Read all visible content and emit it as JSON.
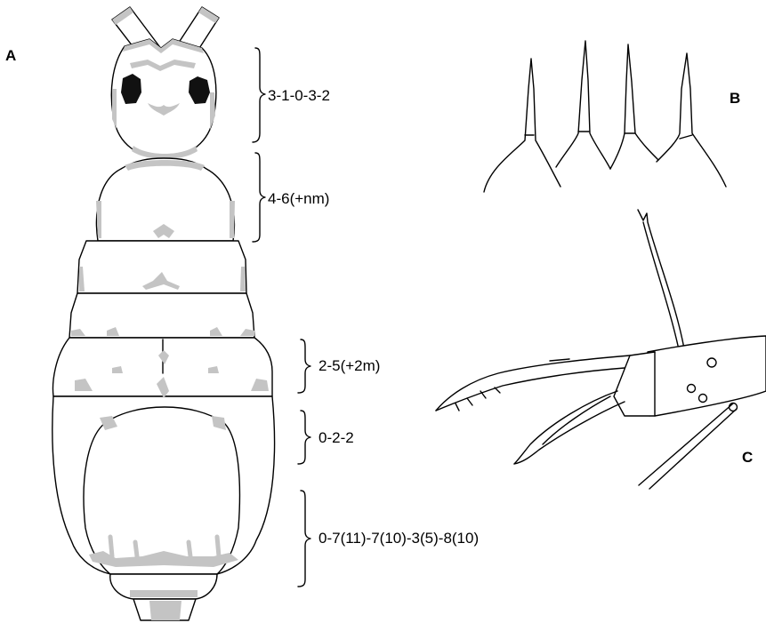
{
  "panels": {
    "a": "A",
    "b": "B",
    "c": "C"
  },
  "chaetotaxy": {
    "head": "3-1-0-3-2",
    "thorax_1": "4-6(+nm)",
    "abdomen_1": "2-5(+2m)",
    "abdomen_2": "0-2-2",
    "abdomen_3": "0-7(11)-7(10)-3(5)-8(10)"
  },
  "colors": {
    "outline": "#000000",
    "pigment": "#c4c4c4",
    "eye_patch": "#111111"
  }
}
